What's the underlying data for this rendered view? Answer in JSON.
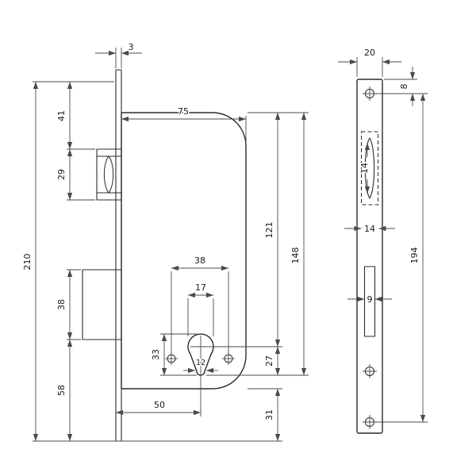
{
  "left_view": {
    "dims": {
      "plate_thickness": "3",
      "body_width": "75",
      "top_to_latch": "41",
      "latch_height": "29",
      "overall_height": "210",
      "deadbolt_height": "38",
      "deadbolt_to_bottom": "58",
      "body_top_to_cylinder_center": "121",
      "body_top_to_profile_bottom": "148",
      "fixing_hole_spacing": "38",
      "cylinder_diameter": "17",
      "profile_height": "33",
      "center_to_profile_bottom": "27",
      "backset": "50",
      "body_to_plate_bottom": "31",
      "stem_width": "12"
    }
  },
  "right_view": {
    "dims": {
      "plate_width": "20",
      "top_to_first_hole": "8",
      "latch_bolt_width": "14",
      "latch_cutout_width": "14",
      "bolt_slot_width": "9",
      "hole_spacing": "194"
    }
  }
}
